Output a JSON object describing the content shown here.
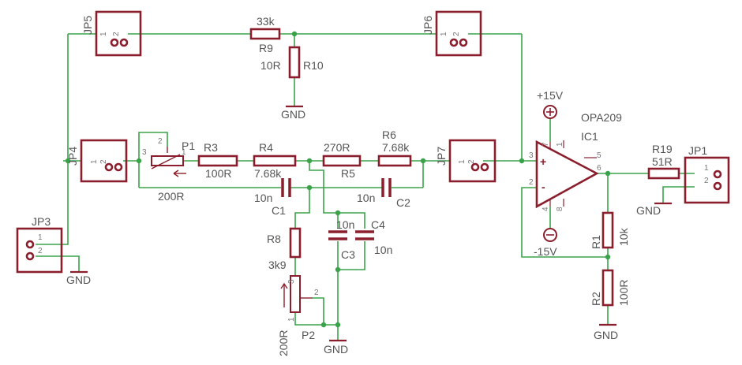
{
  "connectors": {
    "JP1": {
      "name": "JP1",
      "pin1": "1",
      "pin2": "2"
    },
    "JP3": {
      "name": "JP3",
      "pin1": "1",
      "pin2": "2"
    },
    "JP4": {
      "name": "JP4",
      "pin1": "1",
      "pin2": "2"
    },
    "JP5": {
      "name": "JP5",
      "pin1": "1",
      "pin2": "2"
    },
    "JP6": {
      "name": "JP6",
      "pin1": "1",
      "pin2": "2"
    },
    "JP7": {
      "name": "JP7",
      "pin1": "1",
      "pin2": "2"
    }
  },
  "resistors": {
    "R1": {
      "name": "R1",
      "value": "10k"
    },
    "R2": {
      "name": "R2",
      "value": "100R"
    },
    "R3": {
      "name": "R3",
      "value": "100R"
    },
    "R4": {
      "name": "R4",
      "value": "7.68k"
    },
    "R5": {
      "name": "R5",
      "value": "270R"
    },
    "R6": {
      "name": "R6",
      "value": "7.68k"
    },
    "R8": {
      "name": "R8",
      "value": "3k9"
    },
    "R9": {
      "name": "R9",
      "value": "33k"
    },
    "R10": {
      "name": "R10",
      "value": "10R"
    },
    "R19": {
      "name": "R19",
      "value": "51R"
    }
  },
  "capacitors": {
    "C1": {
      "name": "C1",
      "value": "10n"
    },
    "C2": {
      "name": "C2",
      "value": "10n"
    },
    "C3": {
      "name": "C3",
      "value": "10n"
    },
    "C4": {
      "name": "C4",
      "value": "10n"
    }
  },
  "potentiometers": {
    "P1": {
      "name": "P1",
      "value": "200R",
      "pin1": "1",
      "pin2": "2",
      "pin3": "3"
    },
    "P2": {
      "name": "P2",
      "value": "200R",
      "pin1": "1",
      "pin2": "2",
      "pin3": "3"
    }
  },
  "opamp": {
    "name": "IC1",
    "part": "OPA209",
    "supply_pos": "+15V",
    "supply_neg": "-15V",
    "pin2": "2",
    "pin3": "3",
    "pin4": "4",
    "pin5": "5",
    "pin6": "6",
    "pin7": "7",
    "pin8": "8",
    "pin1": "1",
    "plus": "+",
    "minus": "-"
  },
  "gnd_label": "GND"
}
